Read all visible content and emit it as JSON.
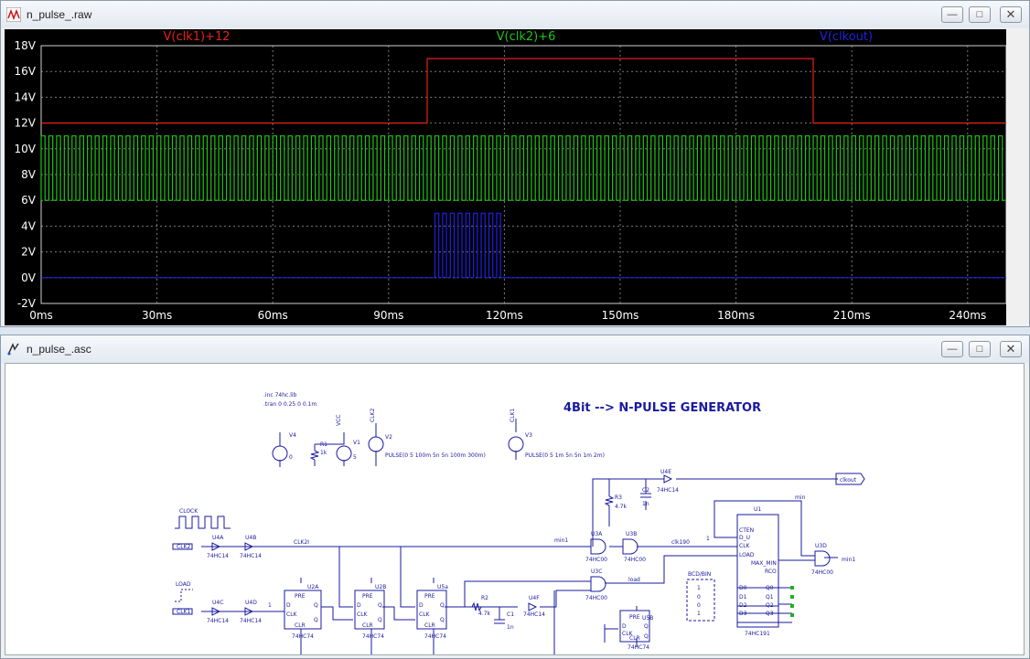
{
  "wave_window": {
    "title": "n_pulse_.raw",
    "traces": [
      {
        "label": "V(clk1)+12",
        "color": "#e8201c"
      },
      {
        "label": "V(clk2)+6",
        "color": "#22c416"
      },
      {
        "label": "V(clkout)",
        "color": "#2020e0"
      }
    ]
  },
  "chart_data": {
    "type": "line",
    "title": "",
    "xlabel": "",
    "ylabel": "",
    "xlim": [
      0,
      250
    ],
    "ylim": [
      -2,
      18
    ],
    "x_ticks": [
      "0ms",
      "30ms",
      "60ms",
      "90ms",
      "120ms",
      "150ms",
      "180ms",
      "210ms",
      "240ms"
    ],
    "y_ticks": [
      "-2V",
      "0V",
      "2V",
      "4V",
      "6V",
      "8V",
      "10V",
      "12V",
      "14V",
      "16V",
      "18V"
    ],
    "grid": true,
    "legend": "top",
    "series": [
      {
        "name": "V(clk1)+12",
        "x": [
          0,
          100,
          100,
          200,
          200,
          250
        ],
        "y": [
          12,
          12,
          17,
          17,
          12,
          12
        ]
      },
      {
        "name": "V(clk2)+6",
        "type": "square",
        "low": 6,
        "high": 11,
        "period": 2,
        "x_start": 0,
        "x_end": 250
      },
      {
        "name": "V(clkout)",
        "type": "burst",
        "low": 0,
        "high": 5,
        "period": 2,
        "x_start": 102,
        "x_end": 120
      }
    ]
  },
  "schematic_window": {
    "title": "n_pulse_.asc",
    "heading": "4Bit --> N-PULSE GENERATOR",
    "directives": [
      ".inc 74hc.lib",
      ".tran 0 0.25 0 0.1m"
    ],
    "sources": [
      {
        "name": "V4",
        "value": "0"
      },
      {
        "name": "V1",
        "value": "5"
      },
      {
        "name": "V2",
        "value": "PULSE(0 5 100m 5n 5n 100m 300m)"
      },
      {
        "name": "V3",
        "value": "PULSE(0 5 1m 5n 5n 1m 2m)"
      }
    ],
    "resistors": [
      {
        "name": "R1",
        "value": "1k"
      },
      {
        "name": "R3",
        "value": "4.7k"
      },
      {
        "name": "R2",
        "value": "4.7k"
      }
    ],
    "capacitors": [
      {
        "name": "C2",
        "value": "1n"
      },
      {
        "name": "C1",
        "value": "1n"
      }
    ],
    "net_labels": {
      "vcc": "VCC",
      "clk2_top": "CLK2",
      "clk1_top": "CLK1",
      "clock": "CLOCK",
      "load_title": "LOAD",
      "clk2_in": "CLK2",
      "clk1_in": "CLK1",
      "clk2i": "CLK2I",
      "min1_a": "min1",
      "min1_b": "min1",
      "min": "min",
      "clk190": "clk190",
      "load": "load",
      "clkout": "clkout",
      "bcd": "BCD/BIN"
    },
    "gates": [
      {
        "name": "U4A",
        "type": "74HC14"
      },
      {
        "name": "U4B",
        "type": "74HC14"
      },
      {
        "name": "U4C",
        "type": "74HC14"
      },
      {
        "name": "U4D",
        "type": "74HC14"
      },
      {
        "name": "U4E",
        "type": "74HC14"
      },
      {
        "name": "U4F",
        "type": "74HC14"
      },
      {
        "name": "U3A",
        "type": "74HC00"
      },
      {
        "name": "U3B",
        "type": "74HC00"
      },
      {
        "name": "U3C",
        "type": "74HC00"
      },
      {
        "name": "U3D",
        "type": "74HC00"
      }
    ],
    "flipflops": [
      {
        "name": "U2A",
        "type": "74HC74"
      },
      {
        "name": "U2B",
        "type": "74HC74"
      },
      {
        "name": "U5a",
        "type": "74HC74"
      },
      {
        "name": "U5B",
        "type": "74HC74"
      }
    ],
    "ff_pins": {
      "pre": "PRE",
      "d": "D",
      "clk": "CLK",
      "q": "Q",
      "qb": "Q",
      "clr": "CLR"
    },
    "counter": {
      "name": "U1",
      "type": "74HC191",
      "pins_left": [
        "CTEN",
        "D_U",
        "CLK",
        "LOAD",
        "D0",
        "D1",
        "D2",
        "D3"
      ],
      "pins_right": [
        "MAX_MIN",
        "RCO",
        "Q0",
        "Q1",
        "Q2",
        "Q3"
      ]
    },
    "constants": {
      "one": "1",
      "zero": "0"
    },
    "dip_values": [
      "1",
      "0",
      "0",
      "1"
    ]
  }
}
